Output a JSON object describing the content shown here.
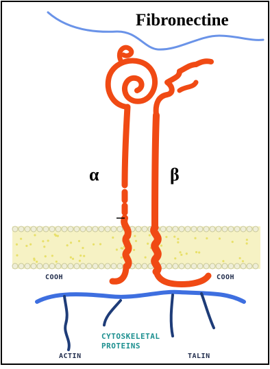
{
  "title": "Fibronectine",
  "labels": {
    "alpha": "α",
    "beta": "β",
    "cooh_left": "COOH",
    "cooh_right": "COOH",
    "cytoskeletal_line1": "CYTOSKELETAL",
    "cytoskeletal_line2": "PROTEINS",
    "actin": "ACTIN",
    "talin": "TALIN"
  },
  "colors": {
    "protein": "#f04a14",
    "protein_dark": "#b8300a",
    "membrane_fill": "#f6f2c4",
    "membrane_dots": "#e8e06a",
    "fibronectin_line": "#6a93e8",
    "cytoskeleton_line": "#3e6fe0",
    "actin_filament": "#1e3c78",
    "cytoskeletal_text": "#1c8f8f"
  }
}
